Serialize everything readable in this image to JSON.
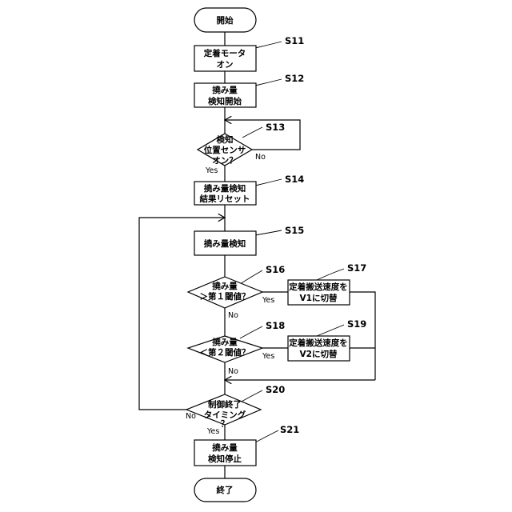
{
  "nodes": {
    "start": {
      "lines": [
        "開始"
      ]
    },
    "s11": {
      "lines": [
        "定着モータ",
        "オン"
      ],
      "label": "S11"
    },
    "s12": {
      "lines": [
        "撓み量",
        "検知開始"
      ],
      "label": "S12"
    },
    "s13": {
      "lines": [
        "検知",
        "位置センサ",
        "オン？"
      ],
      "label": "S13"
    },
    "s14": {
      "lines": [
        "撓み量検知",
        "結果リセット"
      ],
      "label": "S14"
    },
    "s15": {
      "lines": [
        "撓み量検知"
      ],
      "label": "S15"
    },
    "s16": {
      "lines": [
        "撓み量",
        "＞第１閾値？"
      ],
      "label": "S16"
    },
    "s17": {
      "lines": [
        "定着搬送速度を",
        "V1に切替"
      ],
      "label": "S17"
    },
    "s18": {
      "lines": [
        "撓み量",
        "＜第２閾値？"
      ],
      "label": "S18"
    },
    "s19": {
      "lines": [
        "定着搬送速度を",
        "V2に切替"
      ],
      "label": "S19"
    },
    "s20": {
      "lines": [
        "制御終了",
        "タイミング",
        "？"
      ],
      "label": "S20"
    },
    "s21": {
      "lines": [
        "撓み量",
        "検知停止"
      ],
      "label": "S21"
    },
    "end": {
      "lines": [
        "終了"
      ]
    }
  },
  "branch_labels": {
    "s13_yes": "Yes",
    "s13_no": "No",
    "s16_yes": "Yes",
    "s16_no": "No",
    "s18_yes": "Yes",
    "s18_no": "No",
    "s20_yes": "Yes",
    "s20_no": "No"
  }
}
